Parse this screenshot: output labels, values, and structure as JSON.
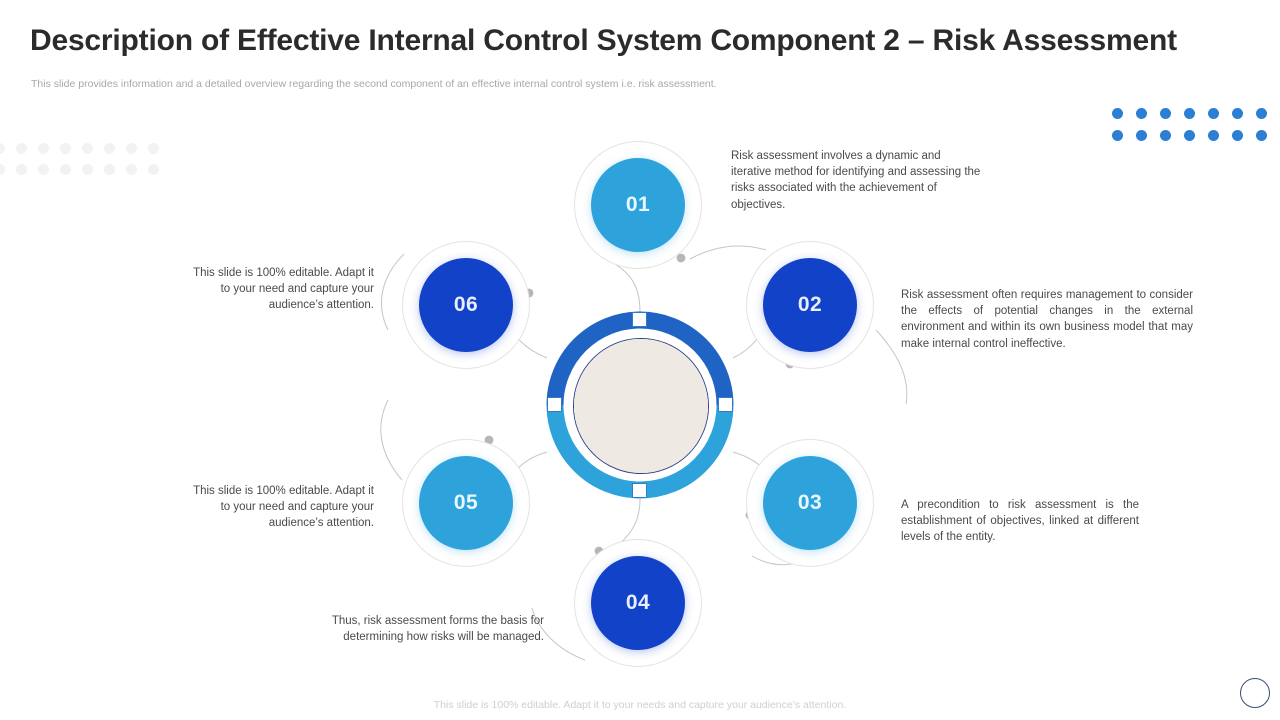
{
  "header": {
    "title": "Description of Effective Internal Control System Component 2 – Risk Assessment",
    "subtitle": "This slide provides information and a detailed overview regarding the second component of an effective internal control system i.e. risk assessment."
  },
  "hub": {
    "image_alt": "team-collaboration-photo"
  },
  "nodes": [
    {
      "id": "01",
      "label": "01",
      "color": "#2ea3db",
      "style": "light",
      "text": "Risk assessment involves  a dynamic and iterative method for identifying and assessing the risks associated with the achievement  of objectives."
    },
    {
      "id": "02",
      "label": "02",
      "color": "#1242c8",
      "style": "dark",
      "text": "Risk assessment often requires  management to consider the effects of potential  changes in the external environment  and within its own business model that may make internal  control ineffective."
    },
    {
      "id": "03",
      "label": "03",
      "color": "#2ea3db",
      "style": "light",
      "text": "A precondition to risk assessment is the establishment of objectives, linked at different levels of the entity."
    },
    {
      "id": "04",
      "label": "04",
      "color": "#1242c8",
      "style": "dark",
      "text": "Thus, risk assessment forms the basis for determining  how risks will be managed."
    },
    {
      "id": "05",
      "label": "05",
      "color": "#2ea3db",
      "style": "light",
      "text": "This slide is 100% editable. Adapt it to your need and capture your audience’s attention."
    },
    {
      "id": "06",
      "label": "06",
      "color": "#1242c8",
      "style": "dark",
      "text": "This slide is 100% editable. Adapt it to your need and capture your audience’s attention."
    }
  ],
  "footer": {
    "note": "This slide is 100% editable. Adapt it to your needs and capture your audience’s attention."
  },
  "decor": {
    "dots_blue_color": "#2b7fd4",
    "dots_gray_color": "#f1f2f4",
    "accent_dark": "#1242c8",
    "accent_light": "#2ea3db",
    "connector_color": "#c9c9c9"
  }
}
